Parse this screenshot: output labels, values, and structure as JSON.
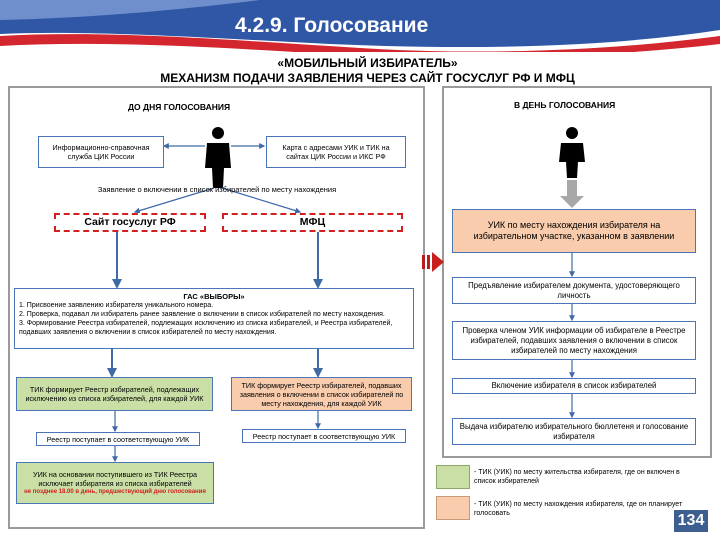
{
  "header": {
    "title": "4.2.9. Голосование",
    "subtitle1": "«МОБИЛЬНЫЙ ИЗБИРАТЕЛЬ»",
    "subtitle2": "МЕХАНИЗМ ПОДАЧИ ЗАЯВЛЕНИЯ ЧЕРЕЗ САЙТ ГОСУСЛУГ РФ И МФЦ"
  },
  "left": {
    "title": "ДО ДНЯ ГОЛОСОВАНИЯ",
    "info_service": "Информационно-справочная служба ЦИК России",
    "map_box": "Карта с адресами УИК и ТИК на сайтах ЦИК России и ИКС РФ",
    "statement": "Заявление о включении в список избирателей по месту нахождения",
    "gosuslugi": "Сайт госуслуг РФ",
    "mfc": "МФЦ",
    "gas_title": "ГАС «ВЫБОРЫ»",
    "gas_items": [
      "1. Присвоение заявлению избирателя уникального номера.",
      "2. Проверка, подавал ли избиратель ранее заявление о включении в список избирателей по месту нахождения.",
      "3. Формирование Реестра избирателей, подлежащих исключению из списка избирателей, и Реестра избирателей, подавших заявления о включении в список избирателей по месту нахождения."
    ],
    "tik_left": "ТИК формирует Реестр избирателей, подлежащих исключению из списка избирателей, для каждой УИК",
    "tik_right": "ТИК формирует Реестр избирателей, подавших заявления о включении в список избирателей по месту нахождения, для каждой УИК",
    "registry_left": "Реестр поступает в соответствующую УИК",
    "registry_right": "Реестр поступает в соответствующую УИК",
    "uik_exclude": "УИК на основании поступившего из ТИК Реестра исключает избирателя из списка избирателей",
    "uik_deadline": "не позднее 18.00 в день, предшествующий дню голосования"
  },
  "right": {
    "title": "В ДЕНЬ ГОЛОСОВАНИЯ",
    "uik_box": "УИК по месту нахождения избирателя на избирательном участке, указанном в заявлении",
    "steps": [
      "Предъявление избирателем документа, удостоверяющего личность",
      "Проверка членом УИК информации об избирателе в Реестре избирателей, подавших заявления о включении в список избирателей по месту нахождения",
      "Включение избирателя в список избирателей",
      "Выдача избирателю избирательного бюллетеня и голосование избирателя"
    ]
  },
  "legend": {
    "green": "- ТИК (УИК) по месту жительства избирателя, где он включен в список избирателей",
    "orange": "- ТИК (УИК) по месту нахождения избирателя, где он планирует голосовать"
  },
  "page_number": "134",
  "colors": {
    "arrow": "#3f6aa6",
    "dashed": "#d22020",
    "green": "#c9dfa6",
    "orange": "#f8ccac",
    "header_blue": "#2f57a5",
    "header_red": "#d3262e"
  }
}
